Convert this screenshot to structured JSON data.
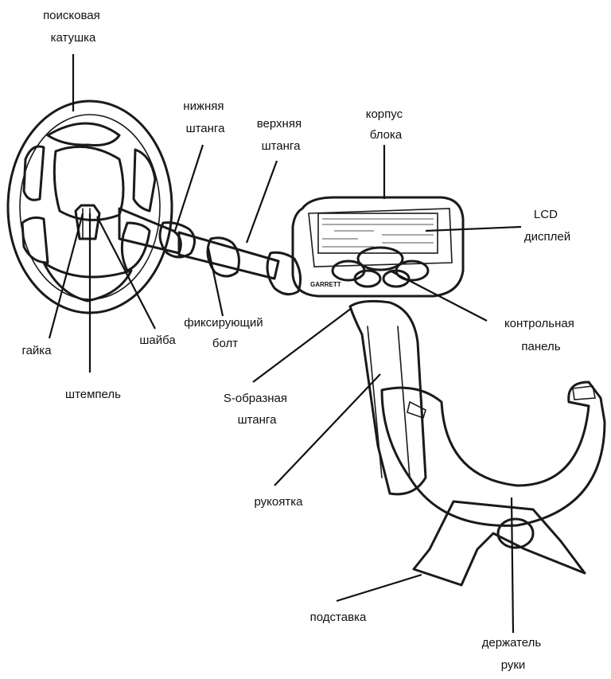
{
  "labels": {
    "search_coil": [
      "поисковая",
      "катушка"
    ],
    "lower_rod": [
      "нижняя",
      "штанга"
    ],
    "upper_rod": [
      "верхняя",
      "штанга"
    ],
    "unit_case": [
      "корпус",
      "блока"
    ],
    "lcd": [
      "LCD",
      "дисплей"
    ],
    "control_panel": [
      "контрольная",
      "панель"
    ],
    "lock_bolt": [
      "фиксирующий",
      "болт"
    ],
    "nut": [
      "гайка"
    ],
    "washer": [
      "шайба"
    ],
    "stem": [
      "штемпель"
    ],
    "s_rod": [
      "S-образная",
      "штанга"
    ],
    "handle": [
      "рукоятка"
    ],
    "stand": [
      "подставка"
    ],
    "arm_rest": [
      "держатель",
      "руки"
    ]
  },
  "device_marks": {
    "brand": "GARRETT"
  }
}
